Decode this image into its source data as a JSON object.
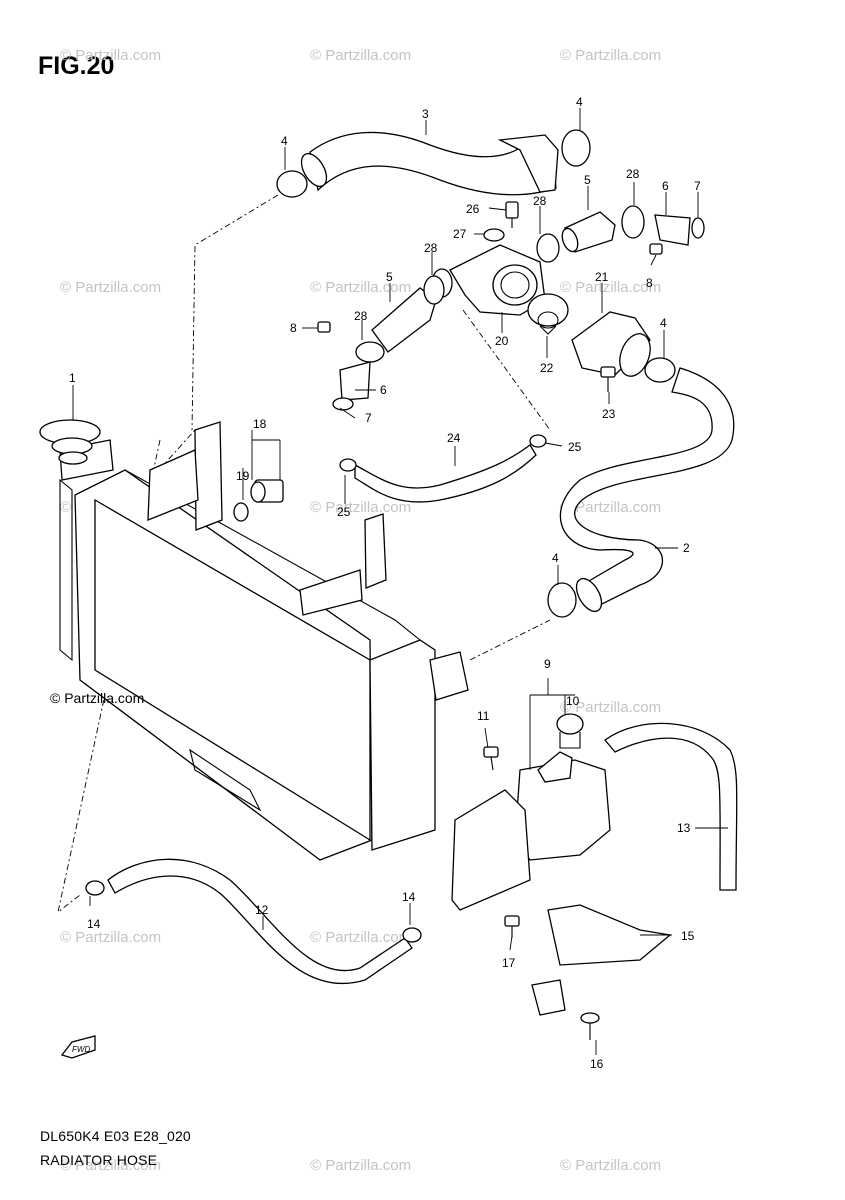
{
  "figure": {
    "title": "FIG.20",
    "code": "DL650K4 E03 E28_020",
    "name": "RADIATOR HOSE",
    "copyright": "© Partzilla.com",
    "fwd_label": "FWD"
  },
  "watermark": "© Partzilla.com",
  "callouts": [
    {
      "id": "c1",
      "label": "1"
    },
    {
      "id": "c2",
      "label": "2"
    },
    {
      "id": "c3",
      "label": "3"
    },
    {
      "id": "c4a",
      "label": "4"
    },
    {
      "id": "c4b",
      "label": "4"
    },
    {
      "id": "c4c",
      "label": "4"
    },
    {
      "id": "c4d",
      "label": "4"
    },
    {
      "id": "c5a",
      "label": "5"
    },
    {
      "id": "c5b",
      "label": "5"
    },
    {
      "id": "c6a",
      "label": "6"
    },
    {
      "id": "c6b",
      "label": "6"
    },
    {
      "id": "c7a",
      "label": "7"
    },
    {
      "id": "c7b",
      "label": "7"
    },
    {
      "id": "c8a",
      "label": "8"
    },
    {
      "id": "c8b",
      "label": "8"
    },
    {
      "id": "c9",
      "label": "9"
    },
    {
      "id": "c10",
      "label": "10"
    },
    {
      "id": "c11",
      "label": "11"
    },
    {
      "id": "c12",
      "label": "12"
    },
    {
      "id": "c13",
      "label": "13"
    },
    {
      "id": "c14a",
      "label": "14"
    },
    {
      "id": "c14b",
      "label": "14"
    },
    {
      "id": "c15",
      "label": "15"
    },
    {
      "id": "c16",
      "label": "16"
    },
    {
      "id": "c17",
      "label": "17"
    },
    {
      "id": "c18",
      "label": "18"
    },
    {
      "id": "c19",
      "label": "19"
    },
    {
      "id": "c20",
      "label": "20"
    },
    {
      "id": "c21",
      "label": "21"
    },
    {
      "id": "c22",
      "label": "22"
    },
    {
      "id": "c23",
      "label": "23"
    },
    {
      "id": "c24",
      "label": "24"
    },
    {
      "id": "c25a",
      "label": "25"
    },
    {
      "id": "c25b",
      "label": "25"
    },
    {
      "id": "c26",
      "label": "26"
    },
    {
      "id": "c27",
      "label": "27"
    },
    {
      "id": "c28a",
      "label": "28"
    },
    {
      "id": "c28b",
      "label": "28"
    },
    {
      "id": "c28c",
      "label": "28"
    },
    {
      "id": "c28d",
      "label": "28"
    }
  ]
}
